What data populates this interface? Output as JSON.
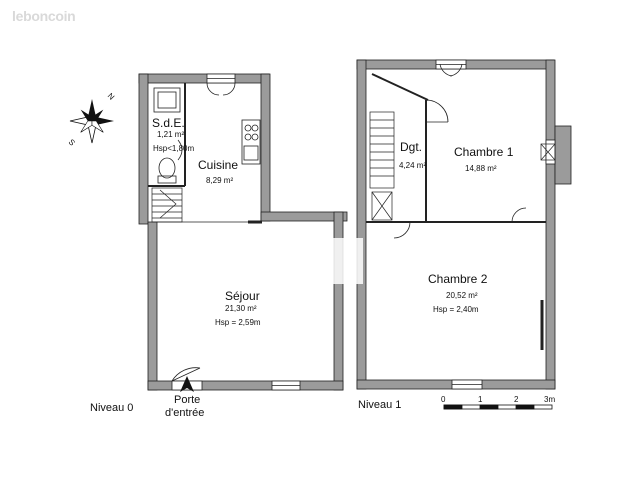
{
  "watermark": "leboncoin",
  "levels": {
    "ground": "Niveau 0",
    "upper": "Niveau 1"
  },
  "compass": {
    "n": "N",
    "s": "S"
  },
  "entrance": {
    "line1": "Porte",
    "line2": "d'entrée"
  },
  "rooms": {
    "sde": {
      "name": "S.d.E.",
      "area": "1,21 m²",
      "hsp": "Hsp<1,80m"
    },
    "cuisine": {
      "name": "Cuisine",
      "area": "8,29 m²"
    },
    "sejour": {
      "name": "Séjour",
      "area": "21,30 m²",
      "hsp": "Hsp = 2,59m"
    },
    "dgt": {
      "name": "Dgt.",
      "area": "4,24 m²"
    },
    "chambre1": {
      "name": "Chambre 1",
      "area": "14,88 m²"
    },
    "chambre2": {
      "name": "Chambre 2",
      "area": "20,52 m²",
      "hsp": "Hsp = 2,40m"
    }
  },
  "scale": {
    "ticks": [
      "0",
      "1",
      "2",
      "3m"
    ]
  },
  "colors": {
    "wall": "#9b9b9b",
    "wall_edge": "#222222",
    "ink": "#111111"
  }
}
